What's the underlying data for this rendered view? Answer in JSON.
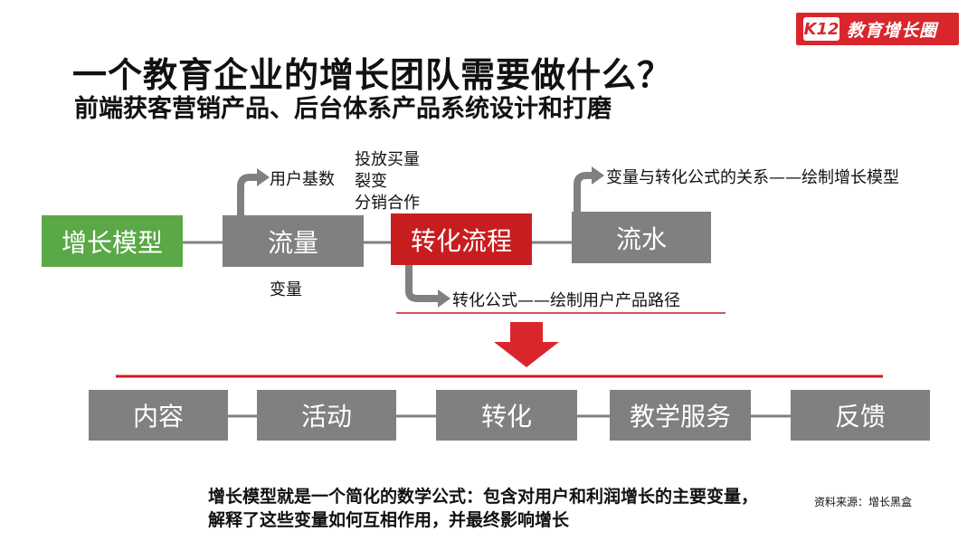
{
  "logo": {
    "mark": "K12",
    "text": "教育增长圈"
  },
  "title": "一个教育企业的增长团队需要做什么？",
  "subtitle": "前端获客营销产品、后台体系产品系统设计和打磨",
  "flow": {
    "growth_model": "增长模型",
    "traffic": "流量",
    "conversion_process": "转化流程",
    "revenue": "流水"
  },
  "labels": {
    "user_base": "用户基数",
    "channels": [
      "投放买量",
      "裂变",
      "分销合作"
    ],
    "variable": "变量",
    "conversion_formula": "转化公式——绘制用户产品路径",
    "variable_relation": "变量与转化公式的关系——绘制增长模型"
  },
  "bottom_row": [
    "内容",
    "活动",
    "转化",
    "教学服务",
    "反馈"
  ],
  "note": {
    "line1": "增长模型就是一个简化的数学公式：包含对用户和利润增长的主要变量，",
    "line2": "解释了这些变量如何互相作用，并最终影响增长"
  },
  "source": "资料来源：增长黑盒",
  "colors": {
    "accent_red": "#c81d1f",
    "green": "#5aa846",
    "gray": "#808080"
  }
}
